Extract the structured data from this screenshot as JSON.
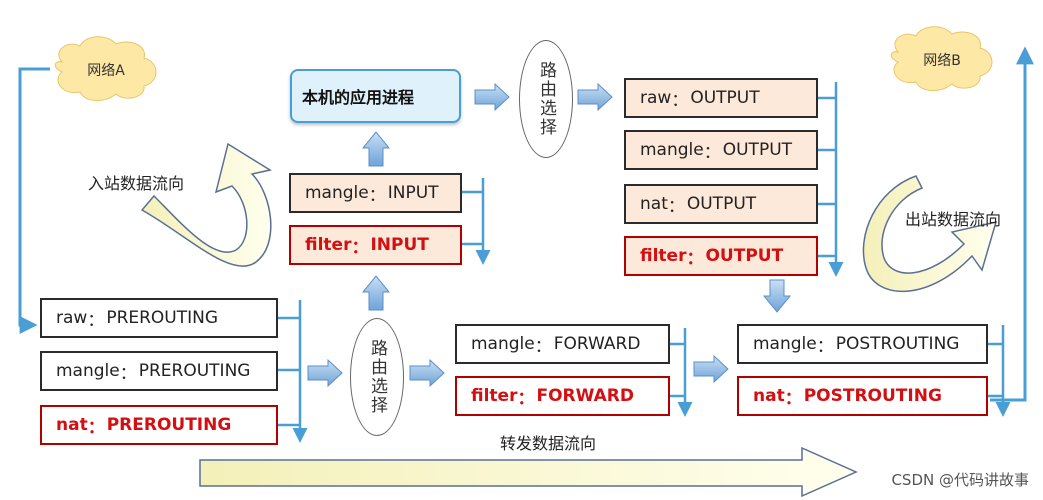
{
  "clouds": {
    "network_a": "网络A",
    "network_b": "网络B"
  },
  "app_process": "本机的应用进程",
  "route_decision": "路由选择",
  "input_chain": {
    "mangle": [
      "mangle",
      "INPUT"
    ],
    "filter": [
      "filter",
      "INPUT"
    ]
  },
  "output_chain": {
    "raw": [
      "raw",
      "OUTPUT"
    ],
    "mangle": [
      "mangle",
      "OUTPUT"
    ],
    "nat": [
      "nat",
      "OUTPUT"
    ],
    "filter": [
      "filter",
      "OUTPUT"
    ]
  },
  "prerouting_chain": {
    "raw": [
      "raw",
      "PREROUTING"
    ],
    "mangle": [
      "mangle",
      "PREROUTING"
    ],
    "nat": [
      "nat",
      "PREROUTING"
    ]
  },
  "forward_chain": {
    "mangle": [
      "mangle",
      "FORWARD"
    ],
    "filter": [
      "filter",
      "FORWARD"
    ]
  },
  "postrouting_chain": {
    "mangle": [
      "mangle",
      "POSTROUTING"
    ],
    "nat": [
      "nat",
      "POSTROUTING"
    ]
  },
  "labels": {
    "inbound": "入站数据流向",
    "outbound": "出站数据流向",
    "forward": "转发数据流向"
  },
  "separator": "：",
  "watermark": "CSDN @代码讲故事",
  "colors": {
    "flow_blue": "#4a9ed6",
    "highlight_red": "#d40f12",
    "peach_fill": "#fde9d9",
    "yellow_arrow": "#fbfbd9"
  }
}
